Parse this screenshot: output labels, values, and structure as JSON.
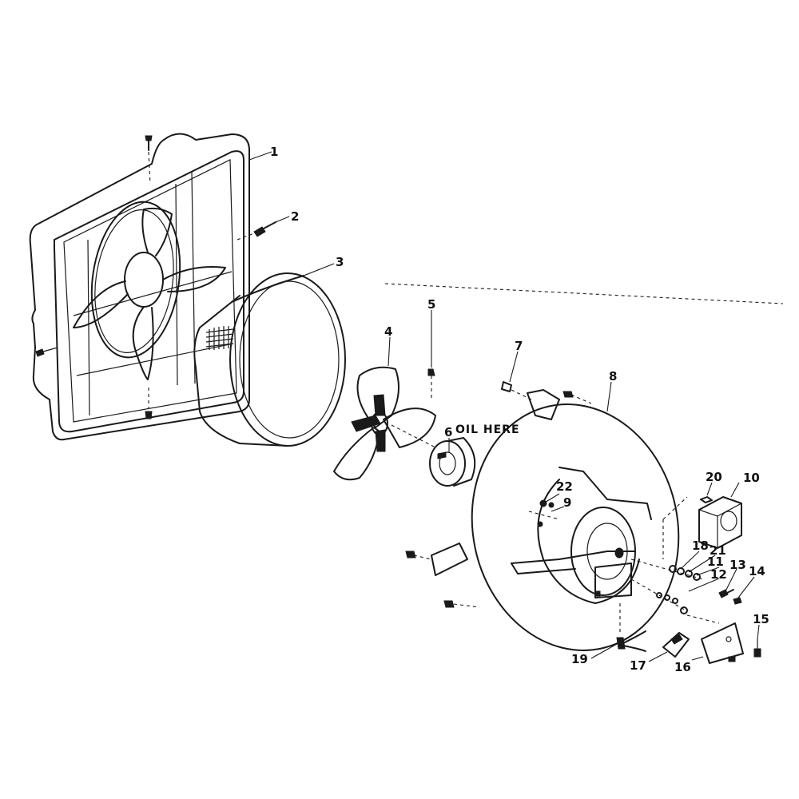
{
  "diagram": {
    "callouts": [
      "1",
      "2",
      "3",
      "4",
      "5",
      "6",
      "7",
      "8",
      "9",
      "10",
      "11",
      "12",
      "13",
      "14",
      "15",
      "16",
      "17",
      "18",
      "19",
      "20",
      "21",
      "22"
    ],
    "note": "OIL HERE"
  }
}
